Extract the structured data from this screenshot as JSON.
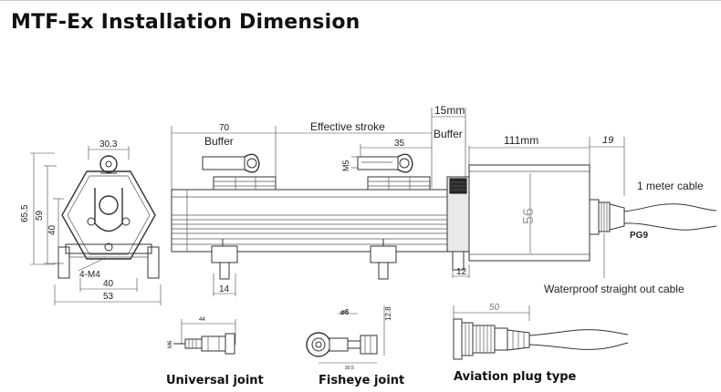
{
  "title": "MTF-Ex Installation Dimension",
  "dims": {
    "d30_3": "30.3",
    "d65_5": "65.5",
    "d59": "59",
    "d40_v": "40",
    "d4m4": "4-M4",
    "d40_h": "40",
    "d53": "53",
    "d70": "70",
    "buffer_left": "Buffer",
    "effective_stroke": "Effective stroke",
    "d35": "35",
    "m5": "M5",
    "d15mm": "15mm",
    "buffer_right": "Buffer",
    "d111mm": "111mm",
    "d19": "19",
    "one_meter_cable": "1 meter cable",
    "d56": "56",
    "pg9": "PG9",
    "d14": "14",
    "d12": "12",
    "waterproof": "Waterproof straight out cable",
    "d44": "44",
    "m6_small": "M6",
    "phi6": "ø6",
    "d12_8": "12.8",
    "d30_5": "30.5",
    "d50": "50"
  },
  "captions": {
    "universal": "Universal joint",
    "fisheye": "Fisheye joint",
    "aviation": "Aviation plug type"
  }
}
